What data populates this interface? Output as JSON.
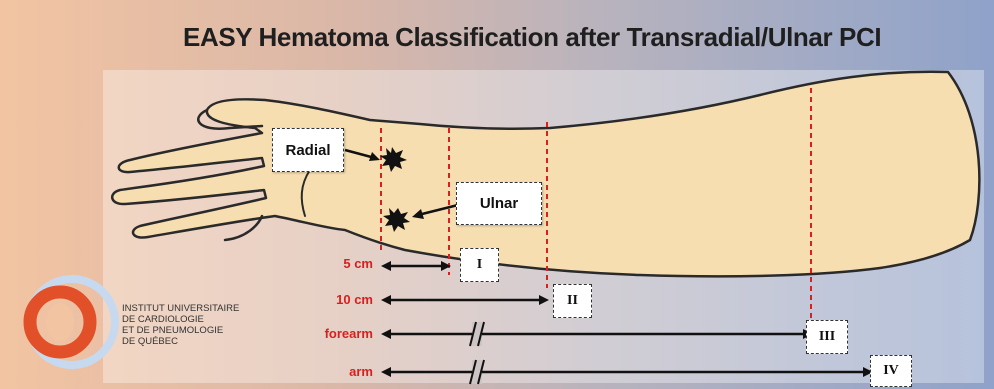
{
  "title": "EASY Hematoma Classification after Transradial/Ulnar PCI",
  "sites": {
    "radial": "Radial",
    "ulnar": "Ulnar"
  },
  "distances": [
    "5 cm",
    "10 cm",
    "forearm",
    "arm"
  ],
  "grades": [
    "I",
    "II",
    "III",
    "IV"
  ],
  "institution": {
    "line1": "INSTITUT UNIVERSITAIRE",
    "line2": "DE CARDIOLOGIE",
    "line3": "ET DE PNEUMOLOGIE",
    "line4": "DE QUÉBEC"
  },
  "colors": {
    "skin": "#f6deb1",
    "label_red": "#d8201f",
    "logo_orange": "#e2502a",
    "logo_blue": "#8fb3d9"
  }
}
